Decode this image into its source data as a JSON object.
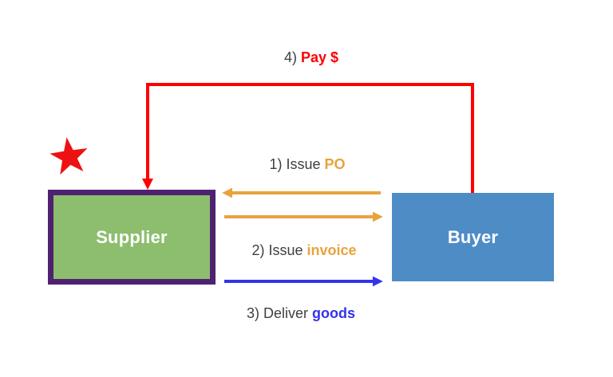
{
  "diagram": {
    "nodes": {
      "supplier": {
        "label": "Supplier"
      },
      "buyer": {
        "label": "Buyer"
      }
    },
    "steps": [
      {
        "id": "1",
        "prefix": "1) Issue ",
        "keyword": "PO",
        "direction": "buyer-to-supplier",
        "arrow_color": "#E8A33C"
      },
      {
        "id": "2",
        "prefix": "2) Issue ",
        "keyword": "invoice",
        "direction": "supplier-to-buyer",
        "arrow_color": "#E8A33C"
      },
      {
        "id": "3",
        "prefix": "3) Deliver ",
        "keyword": "goods",
        "direction": "supplier-to-buyer",
        "arrow_color": "#3333EE"
      },
      {
        "id": "4",
        "prefix": "4) ",
        "keyword": "Pay $",
        "direction": "buyer-to-supplier",
        "arrow_color": "#FF0000"
      }
    ],
    "icons": {
      "star": "star-icon"
    }
  },
  "colors": {
    "supplier_fill": "#8CBE6E",
    "supplier_border": "#4F2170",
    "buyer_fill": "#4E8CC6",
    "node_text": "#FFFFFF",
    "label_text": "#3F3F3F",
    "arrow_orange": "#E8A33C",
    "arrow_blue": "#3333EE",
    "arrow_red": "#FF0000",
    "star_red": "#EE1111"
  }
}
